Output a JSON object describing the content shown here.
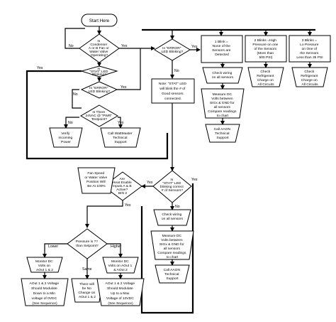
{
  "start": "Start Here",
  "decisions": {
    "condenser": [
      "Is",
      "Condenser",
      "A or B Fan or",
      "Water Valve",
      "Operating?"
    ],
    "stat_blinking": [
      "Is",
      "\"STAT\" LED",
      "Blinking?"
    ],
    "error_led": [
      "Is \"ERROR\"",
      "LED Blinking?"
    ],
    "pwr_led": [
      "Is There",
      "24VAC @ \"PWR\"",
      "Testpoint?"
    ],
    "error_led2": [
      "Is \"ERROR\"",
      "LED Blinking?"
    ],
    "heat_enable": [
      "Are",
      "Heat Enable",
      "Inputs A & B",
      "Active?",
      "BIN 2"
    ],
    "stat_correct": [
      "Is",
      "\"STAT\" LED",
      "blinking correct",
      "# of Sensors?"
    ],
    "pressure": [
      "Pressure is ??",
      "than Setpoint?"
    ]
  },
  "edges": {
    "no": "No",
    "yes": "Yes",
    "lower": "Lower",
    "same": "Same",
    "higher": "Higher"
  },
  "blinks": {
    "one": [
      "1 Blink =",
      "None of the",
      "Sensors are",
      "Detected"
    ],
    "two": [
      "2 Blinks =High",
      "Pressure on one",
      "of the Sensors",
      "(More than",
      "500 PSI)"
    ],
    "three": [
      "3 Blinks =",
      "Lo Pressure",
      "on One of",
      "the Sensors",
      "Less than 35 PSI"
    ]
  },
  "actions": {
    "check_wiring_1": [
      "Check wiring",
      "on all sensors"
    ],
    "measure_1": [
      "Measure DC",
      "Volts between",
      "SIGx & GND for",
      "all sensors",
      "Compare readings",
      "to chart"
    ],
    "call_aaon_1": [
      "Call AAON",
      "Technical",
      "Support"
    ],
    "check_refrig_2": [
      "Check",
      "Refrigerant",
      "Charge on",
      "All Circuits"
    ],
    "check_refrig_3": [
      "Check",
      "Refrigerant",
      "Charge on",
      "All Circuits"
    ],
    "verify_power": [
      "Verify",
      "Incoming",
      "Power"
    ],
    "call_wattmaster": [
      "Call WattMaster",
      "Technical",
      "Support"
    ],
    "stat_note": [
      "Note: \"STAT\" LED",
      "will blink the # of",
      "Good sensors",
      "connected."
    ],
    "fan_speed": [
      "Fan Speed",
      "or Water Valve",
      "Position Will",
      "Be At 100%"
    ],
    "check_wiring_2": [
      "Check wiring",
      "on all sensors"
    ],
    "measure_2": [
      "Measure DC",
      "Volts between",
      "SIGx & GND for",
      "all sensors",
      "Compare readings",
      "to chart"
    ],
    "call_aaon_2": [
      "Call AAON",
      "Technical",
      "Support"
    ],
    "monitor_lower": [
      "Monitor DC",
      "Volts on",
      "AOut 1 & 2"
    ],
    "monitor_higher": [
      "Monitor DC",
      "Volts on AOut 1",
      "& AOut 2"
    ],
    "result_lower": [
      "AOut 1 & 2 Voltage",
      "Should Modulate",
      "Down to a Min",
      "voltage of 0VDC",
      "(See Sequence)"
    ],
    "result_same": [
      "There will",
      "be No",
      "Change on",
      "AOut 1 & 2"
    ],
    "result_higher": [
      "AOut 1 & 2 Voltage",
      "Should Modulate",
      "Up to a Max",
      "Voltage of 10VDC",
      "(See Sequence)"
    ]
  }
}
